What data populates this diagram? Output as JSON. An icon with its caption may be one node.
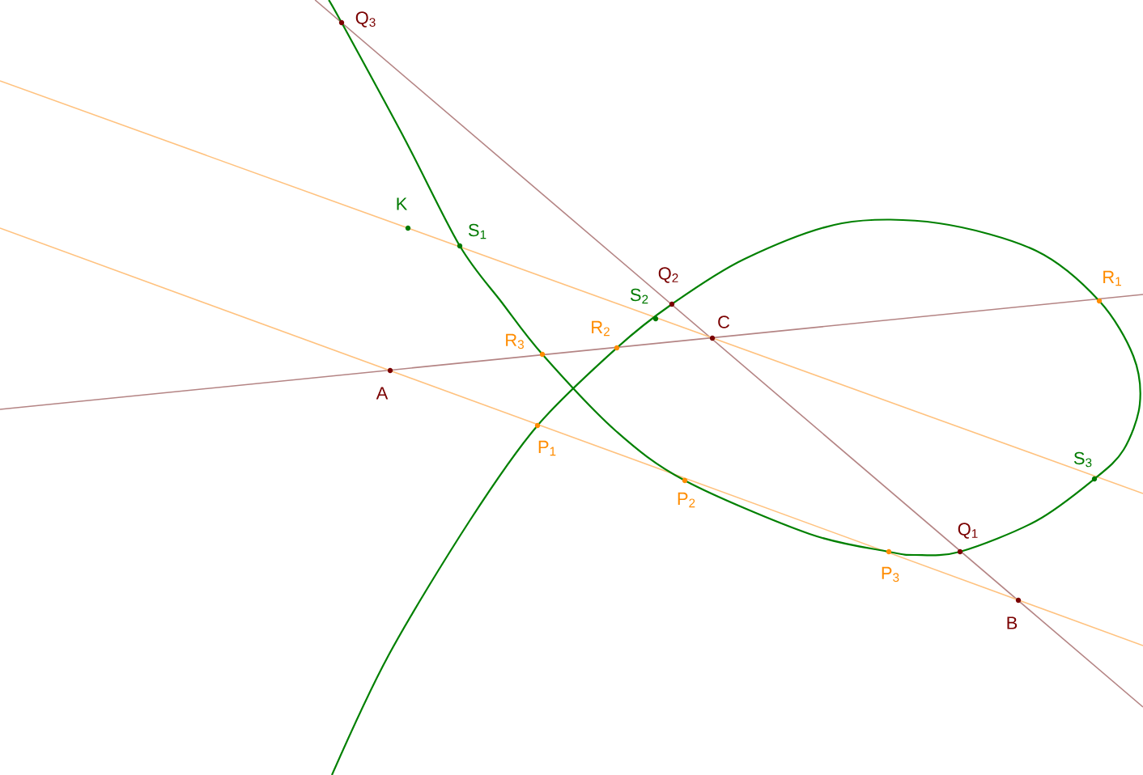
{
  "diagram": {
    "nodes": [
      {
        "text": [
          "Q$_{3}$"
        ]
      },
      {
        "text": [
          "K"
        ]
      },
      {
        "text": [
          "S$_{1}$"
        ]
      },
      {
        "text": [
          "Q$_{2}$"
        ]
      },
      {
        "text": [
          "S$_{2}$"
        ]
      },
      {
        "text": [
          "C"
        ]
      },
      {
        "text": [
          "R$_{1}$"
        ]
      },
      {
        "text": [
          "R$_{3}$"
        ]
      },
      {
        "text": [
          "R$_{2}$"
        ]
      },
      {
        "text": [
          "A"
        ]
      },
      {
        "text": [
          "P$_{1}$"
        ]
      },
      {
        "text": [
          "S$_{3}$"
        ]
      },
      {
        "text": [
          "P$_{2}$"
        ]
      },
      {
        "text": [
          "Q$_{1}$"
        ]
      },
      {
        "text": [
          "P$_{3}$"
        ]
      },
      {
        "text": [
          "B"
        ]
      }
    ]
  }
}
